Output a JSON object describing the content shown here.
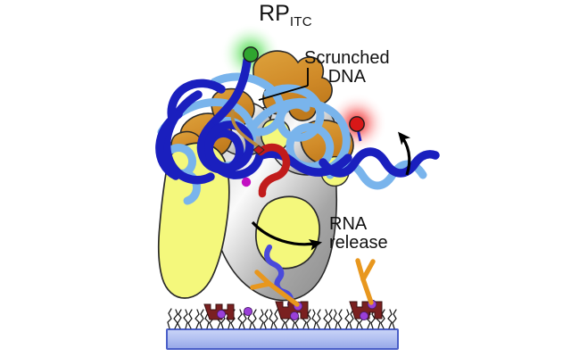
{
  "figure": {
    "title_main": "RP",
    "title_sub": "ITC",
    "background_color": "#ffffff"
  },
  "annotations": {
    "scrunched_dna": {
      "line1": "Scrunched",
      "line2": "DNA"
    },
    "rna_release": {
      "line1": "RNA",
      "line2": "release"
    }
  },
  "components": {
    "rnap_core_yellow": {
      "name": "RNA polymerase core (yellow subunits)",
      "color": "#F4F87C"
    },
    "rnap_core_grey": {
      "name": "RNA polymerase core (grey subunits)",
      "color": "#9E9E9E"
    },
    "sigma_factor": {
      "name": "sigma factor domains",
      "color": "#D08A28"
    },
    "dna_template_strand": {
      "name": "DNA strand (dark blue)",
      "color": "#1A1FBE"
    },
    "dna_nontemplate_strand": {
      "name": "DNA strand (light blue)",
      "color": "#79B4EC"
    },
    "nascent_rna": {
      "name": "nascent RNA",
      "color": "#C11B1B"
    },
    "rna_tag_strand": {
      "name": "released RNA / tag strand",
      "color": "#4A4ADB"
    },
    "donor_fluorophore": {
      "name": "green donor fluorophore",
      "color": "#2FA52F",
      "glow": "#45D845"
    },
    "acceptor_fluorophore": {
      "name": "red acceptor fluorophore",
      "color": "#D81818",
      "glow": "#F03030"
    },
    "active_site_dot": {
      "name": "active site magenta dot",
      "color": "#C20FC2"
    },
    "antibody": {
      "name": "anti-digoxigenin antibody",
      "color": "#E8971E"
    },
    "streptavidin": {
      "name": "streptavidin",
      "color": "#7A2020"
    },
    "biotin": {
      "name": "biotin",
      "color": "#9A3FD8"
    },
    "peg_brush": {
      "name": "PEG passivation brush",
      "color": "#1A1A1A"
    },
    "glass_slide": {
      "name": "glass coverslip surface",
      "color": "#AFBDF0",
      "border_color": "#4A5FC8"
    }
  },
  "arrows": {
    "dna_translocation": {
      "name": "DNA translocation arrow",
      "color": "#000000"
    },
    "rna_release_arrow": {
      "name": "RNA release arrow",
      "color": "#000000"
    },
    "scrunched_leader": {
      "name": "leader line to scrunched DNA",
      "color": "#000000"
    }
  }
}
